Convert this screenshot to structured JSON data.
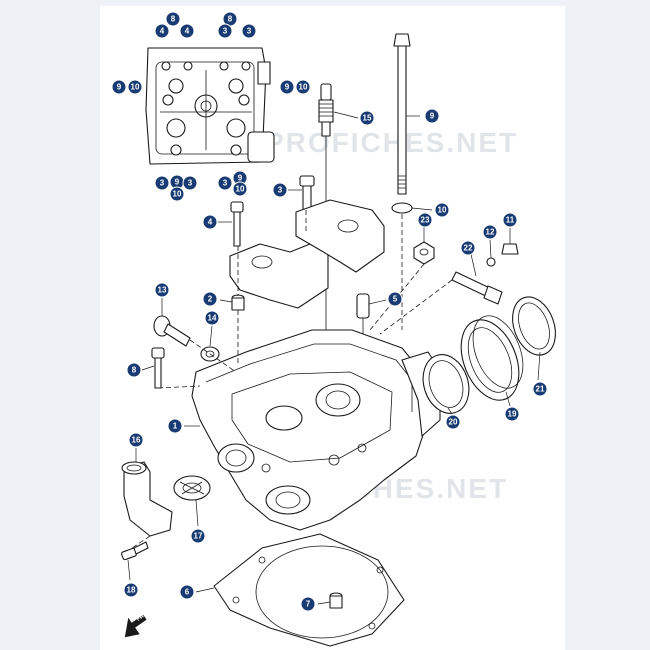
{
  "watermark": "PROFICHES.NET",
  "colors": {
    "callout": "#183b73",
    "background": "#eef1f6",
    "sheet": "#ffffff"
  },
  "callouts": {
    "c8a": "8",
    "c8b": "8",
    "c4a": "4",
    "c4b": "4",
    "c3a": "3",
    "c3b": "3",
    "c9l": "9",
    "c10l": "10",
    "c9r": "9",
    "c10r": "10",
    "c3c": "3",
    "c9c": "9",
    "c3d": "3",
    "c10c": "10",
    "c3e": "3",
    "c9d": "9",
    "c10d": "10",
    "c15": "15",
    "c9bolt": "9",
    "c3bolt": "3",
    "c4bolt": "4",
    "c23": "23",
    "c10w": "10",
    "c11": "11",
    "c12": "12",
    "c22": "22",
    "c2": "2",
    "c5": "5",
    "c13": "13",
    "c14": "14",
    "c8side": "8",
    "c1": "1",
    "c16": "16",
    "c17": "17",
    "c18": "18",
    "c20": "20",
    "c19": "19",
    "c21": "21",
    "c6": "6",
    "c7": "7"
  },
  "fwd_label": "FWD"
}
